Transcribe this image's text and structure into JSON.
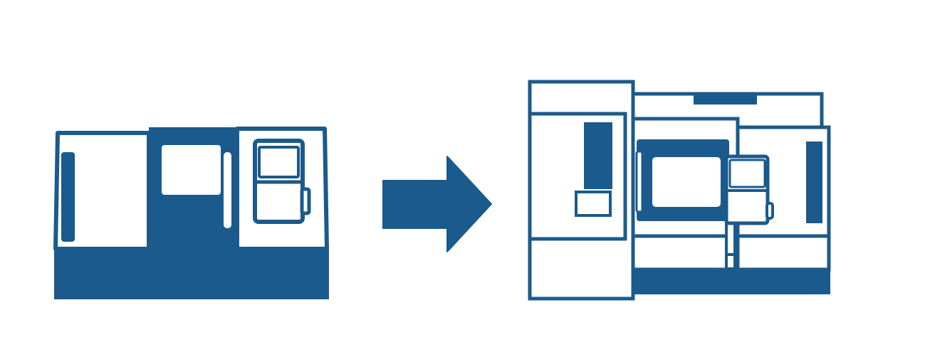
{
  "colors": {
    "primary": "#1b5a8c",
    "background": "#ffffff"
  },
  "diagram": {
    "items": [
      {
        "id": "lathe",
        "icon": "cnc-lathe-machine-icon"
      },
      {
        "id": "arrow",
        "icon": "right-arrow-icon"
      },
      {
        "id": "machining-center",
        "icon": "multi-tasking-machine-icon"
      }
    ]
  }
}
